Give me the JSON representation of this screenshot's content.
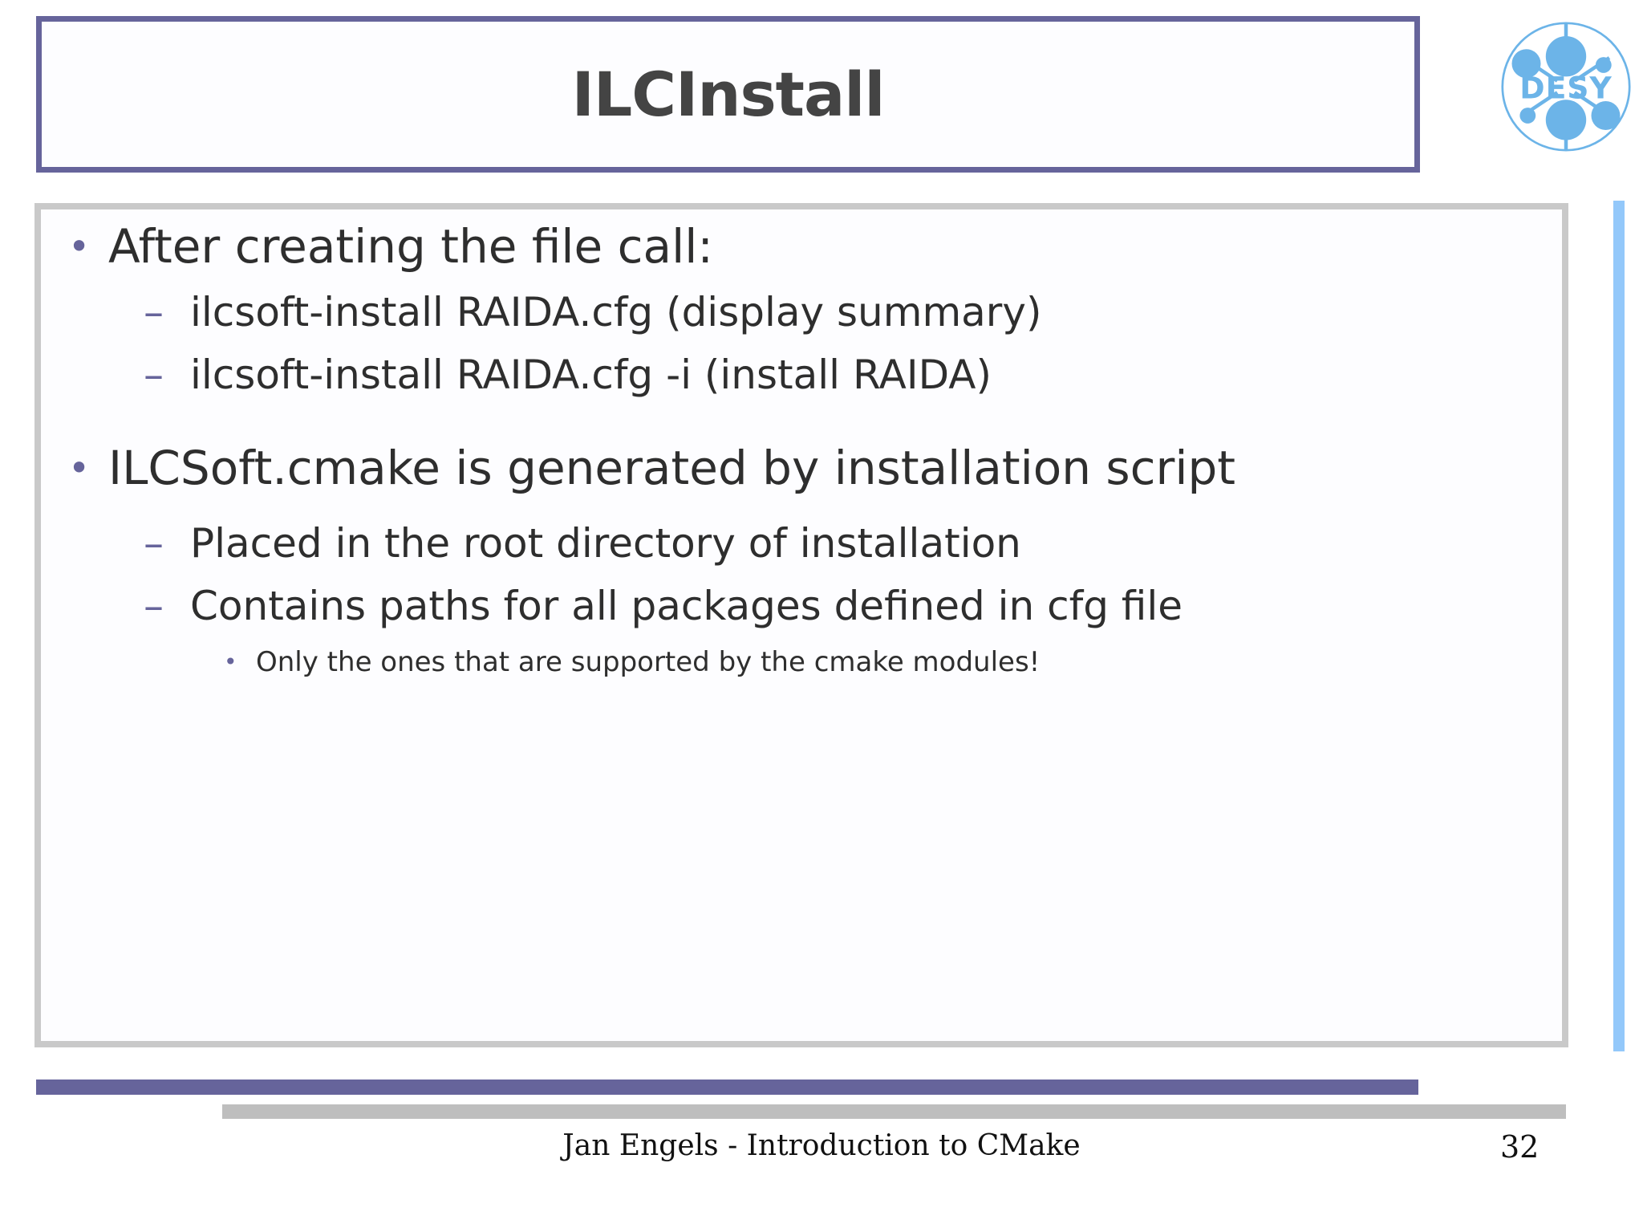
{
  "slide": {
    "title": "ILCInstall",
    "logo": {
      "name": "desy-logo",
      "text": "DESY",
      "color": "#6cb4e8"
    },
    "accent_colors": {
      "title_border": "#66649b",
      "bullet": "#66649b",
      "content_border": "#c9c9c9",
      "footer_bar_purple": "#66649b",
      "footer_bar_gray": "#bebebe",
      "right_bar_blue": "#93c8fa",
      "title_text": "#444444",
      "body_text": "#2e2e2e"
    },
    "body": [
      {
        "level": 1,
        "marker": "•",
        "text": "After creating the file call:"
      },
      {
        "level": 2,
        "marker": "–",
        "text": "ilcsoft-install RAIDA.cfg (display summary)"
      },
      {
        "level": 2,
        "marker": "–",
        "text": "ilcsoft-install RAIDA.cfg -i (install RAIDA)"
      },
      {
        "level": 1,
        "marker": "•",
        "text": "ILCSoft.cmake is generated by installation script"
      },
      {
        "level": 2,
        "marker": "–",
        "text": "Placed in the root directory of installation"
      },
      {
        "level": 2,
        "marker": "–",
        "text": "Contains paths for all packages defined in cfg file"
      },
      {
        "level": 3,
        "marker": "•",
        "text": "Only the ones that are supported by the cmake modules!"
      }
    ],
    "footer": {
      "text": "Jan Engels - Introduction to CMake",
      "page_number": "32"
    }
  }
}
